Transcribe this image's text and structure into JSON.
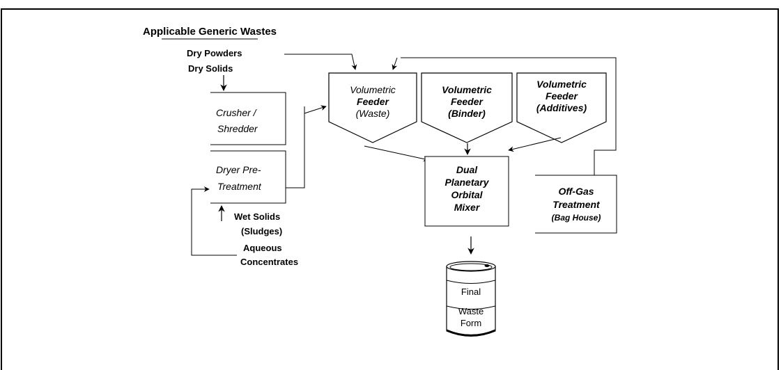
{
  "title": "Applicable Generic Wastes",
  "inputs": {
    "dry_powders": "Dry Powders",
    "dry_solids": "Dry Solids",
    "wet_solids": "Wet Solids",
    "sludges": "(Sludges)",
    "aqueous": "Aqueous",
    "concentrates": "Concentrates"
  },
  "nodes": {
    "crusher": {
      "line1": "Crusher /",
      "line2": "Shredder"
    },
    "dryer": {
      "line1": "Dryer Pre-",
      "line2": "Treatment"
    },
    "feeder_waste": {
      "line1": "Volumetric",
      "line2": "Feeder",
      "line3": "(Waste)"
    },
    "feeder_binder": {
      "line1": "Volumetric",
      "line2": "Feeder",
      "line3": "(Binder)"
    },
    "feeder_additives": {
      "line1": "Volumetric",
      "line2": "Feeder",
      "line3": "(Additives)"
    },
    "mixer": {
      "line1": "Dual",
      "line2": "Planetary",
      "line3": "Orbital",
      "line4": "Mixer"
    },
    "offgas": {
      "line1": "Off-Gas",
      "line2": "Treatment",
      "line3": "(Bag House)"
    },
    "drum": {
      "line1": "Final",
      "line2": "Waste",
      "line3": "Form"
    }
  }
}
